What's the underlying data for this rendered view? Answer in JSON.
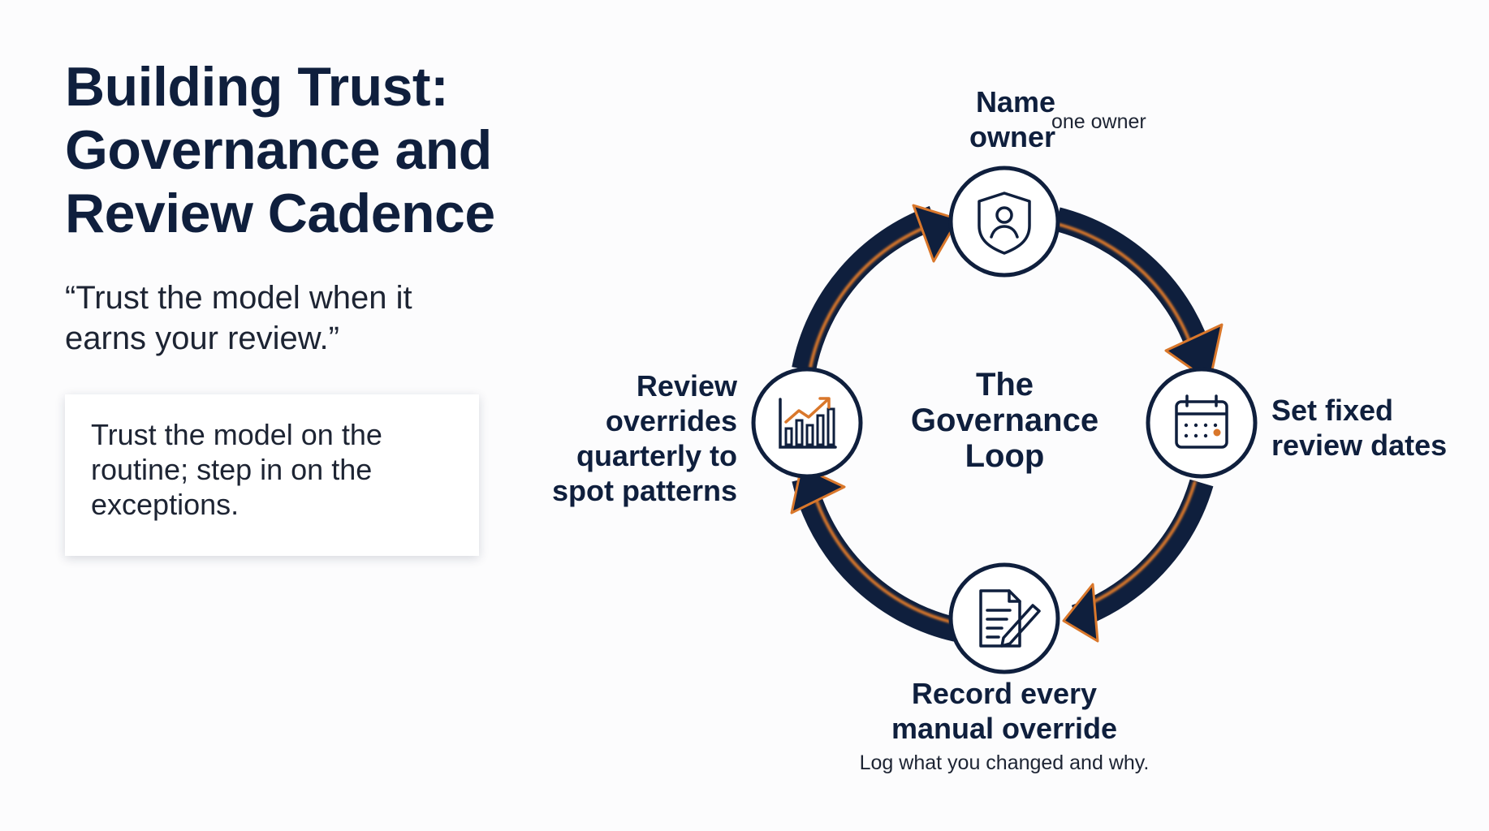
{
  "title": {
    "lines": [
      "Building Trust:",
      "Governance and",
      "Review Cadence"
    ]
  },
  "quote": {
    "lines": [
      "“Trust the model when it",
      "earns your review.”"
    ]
  },
  "callout": {
    "lines": [
      "Trust the model on the",
      "routine; step in on the",
      "exceptions."
    ]
  },
  "diagram": {
    "center_lines": [
      "The",
      "Governance",
      "Loop"
    ],
    "steps": [
      {
        "position": "top",
        "icon": "shield-user-icon",
        "label_lines": [
          "Name",
          "owner"
        ],
        "note": "one owner"
      },
      {
        "position": "right",
        "icon": "calendar-icon",
        "label_lines": [
          "Set fixed",
          "review dates"
        ]
      },
      {
        "position": "bottom",
        "icon": "document-pen-icon",
        "label_lines": [
          "Record every",
          "manual override"
        ],
        "note": "Log what you changed and why."
      },
      {
        "position": "left",
        "icon": "bar-chart-trend-icon",
        "label_lines": [
          "Review",
          "overrides",
          "quarterly to",
          "spot patterns"
        ]
      }
    ],
    "colors": {
      "navy": "#0f1f3d",
      "orange": "#d9772b",
      "node_fill": "#ffffff"
    }
  }
}
